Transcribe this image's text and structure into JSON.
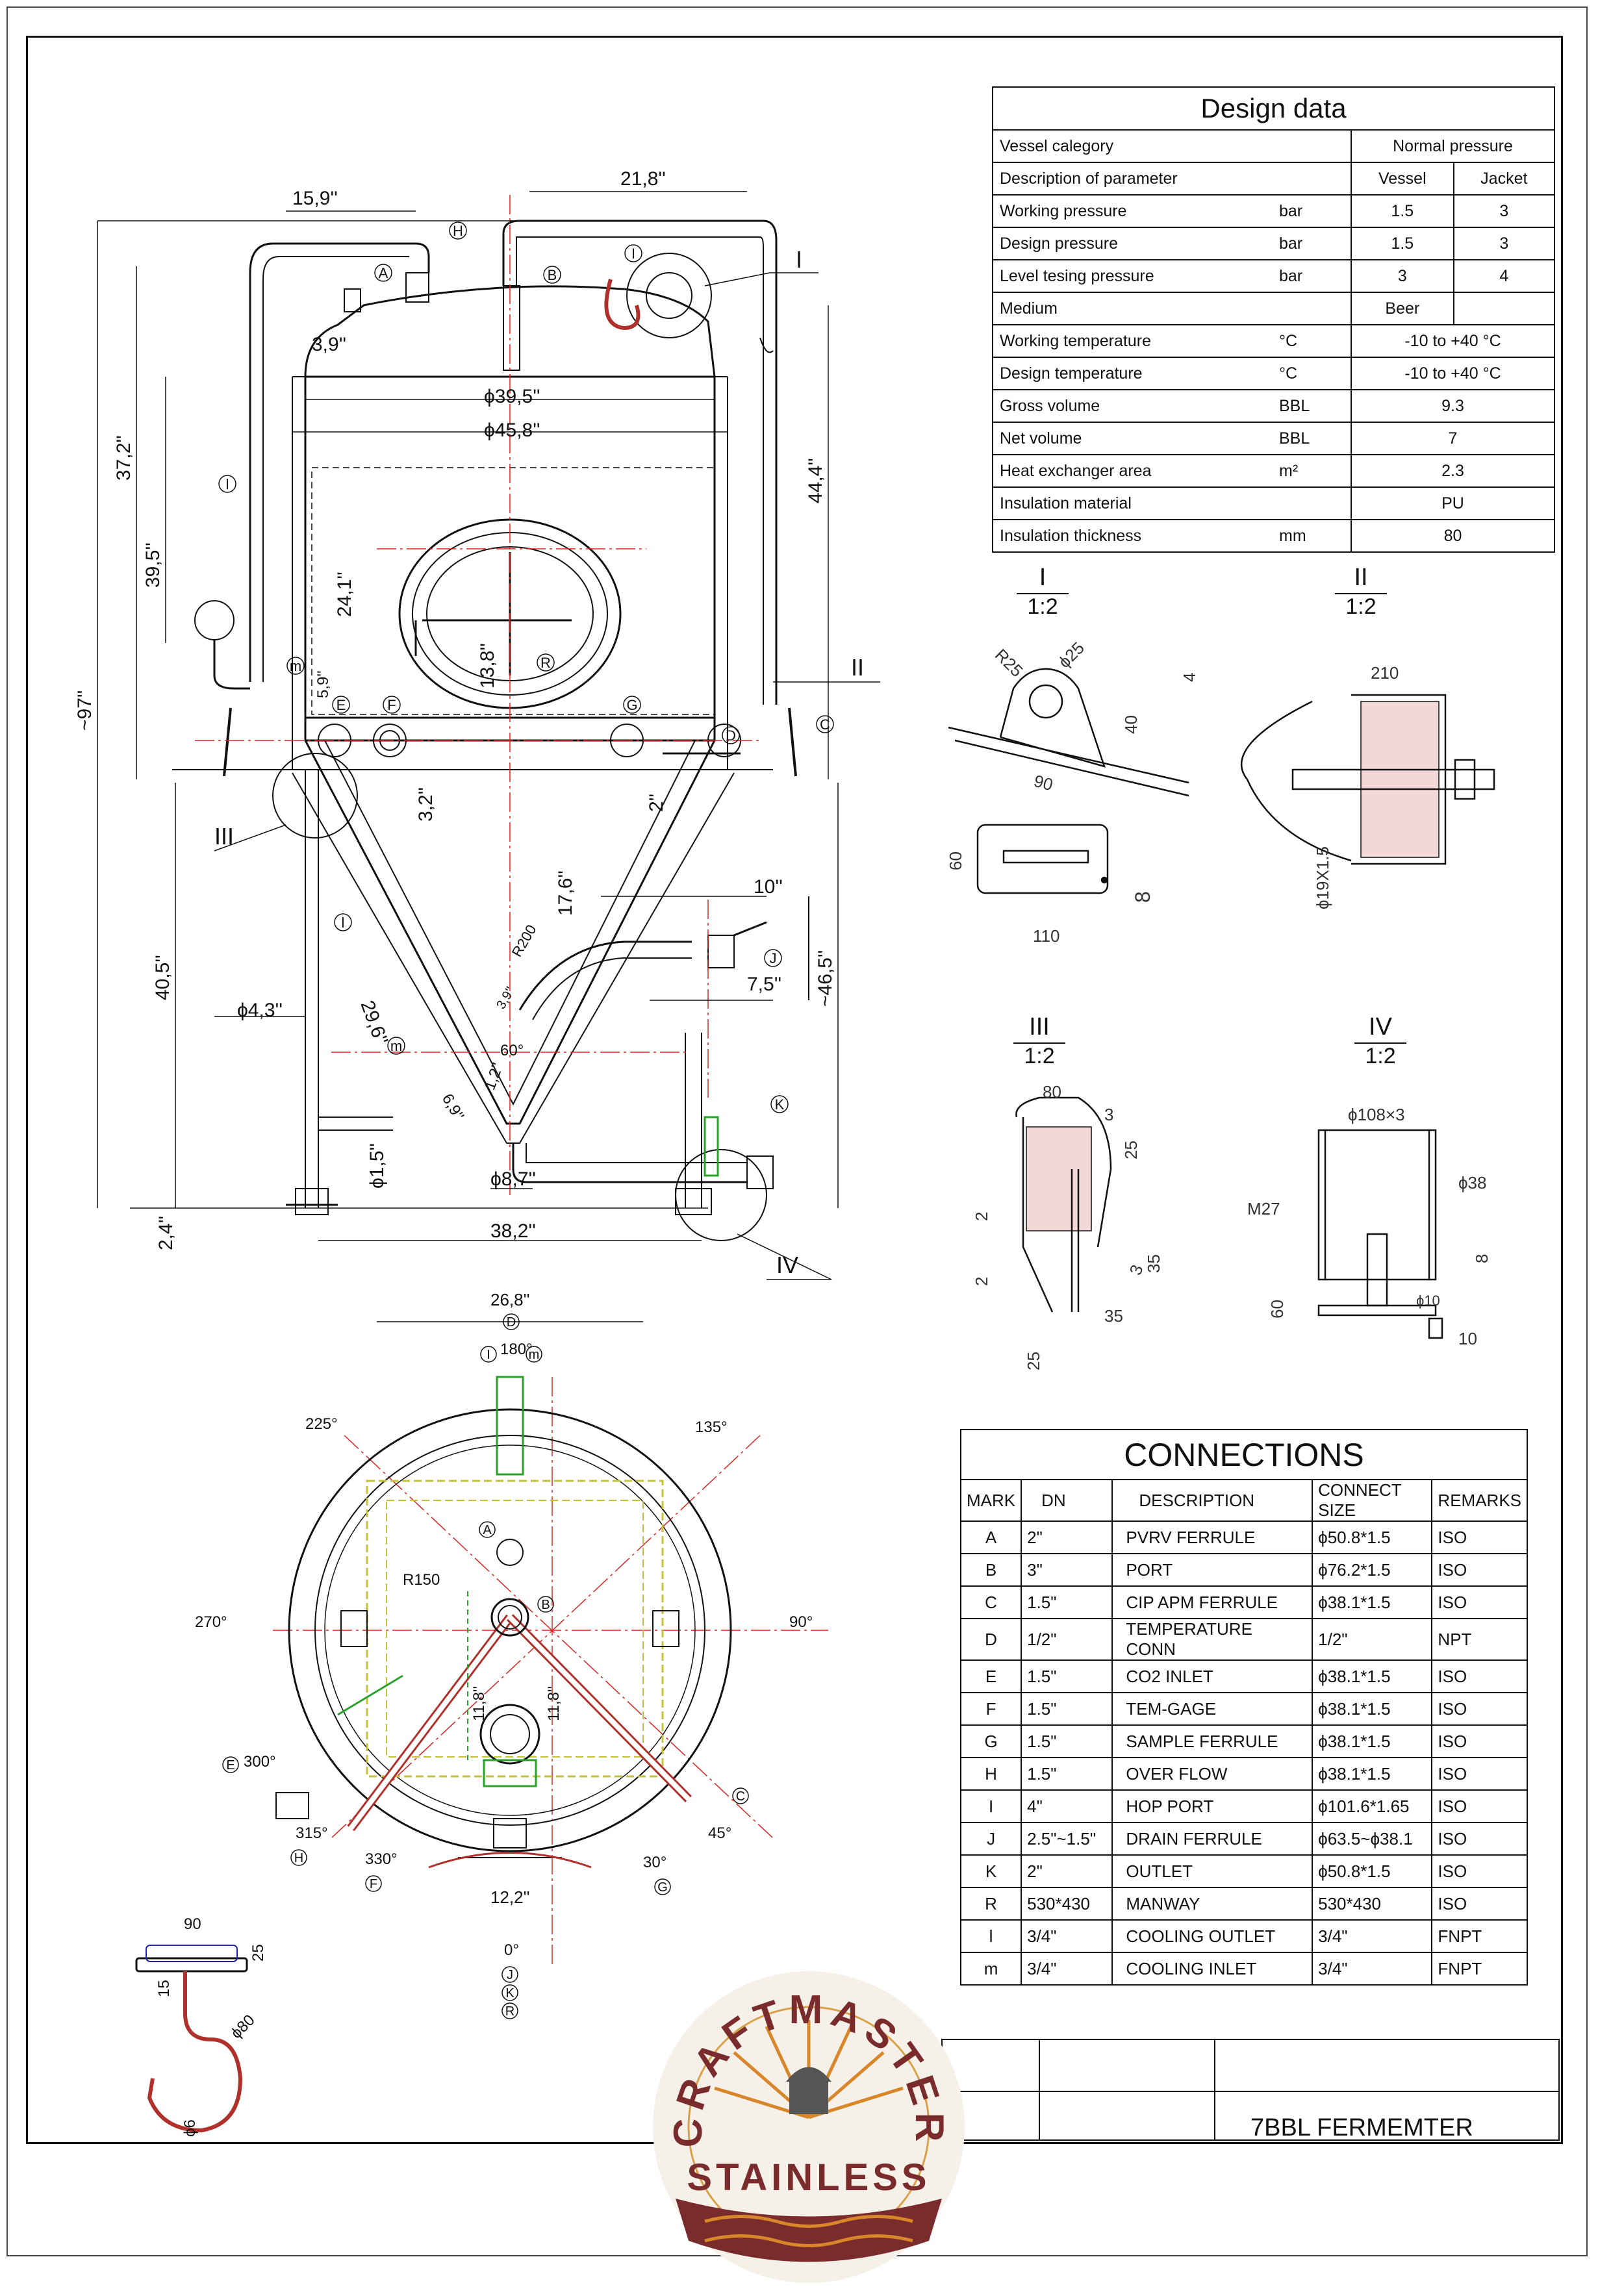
{
  "design_data": {
    "title": "Design data",
    "rows": [
      {
        "label": "Vessel calegory",
        "unit": "",
        "merged": "Normal pressure"
      },
      {
        "label": "Description of parameter",
        "unit": "",
        "vessel": "Vessel",
        "jacket": "Jacket"
      },
      {
        "label": "Working pressure",
        "unit": "bar",
        "vessel": "1.5",
        "jacket": "3"
      },
      {
        "label": "Design pressure",
        "unit": "bar",
        "vessel": "1.5",
        "jacket": "3"
      },
      {
        "label": "Level tesing pressure",
        "unit": "bar",
        "vessel": "3",
        "jacket": "4"
      },
      {
        "label": "Medium",
        "unit": "",
        "vessel": "Beer",
        "jacket": ""
      },
      {
        "label": "Working temperature",
        "unit": "°C",
        "merged": "-10 to +40    °C"
      },
      {
        "label": "Design temperature",
        "unit": "°C",
        "merged": "-10 to +40    °C"
      },
      {
        "label": "Gross volume",
        "unit": "BBL",
        "merged": "9.3"
      },
      {
        "label": "Net volume",
        "unit": "BBL",
        "merged": "7"
      },
      {
        "label": "Heat exchanger area",
        "unit": "m²",
        "merged": "2.3"
      },
      {
        "label": "Insulation material",
        "unit": "",
        "merged": "PU"
      },
      {
        "label": "Insulation thickness",
        "unit": "mm",
        "merged": "80"
      }
    ]
  },
  "connections": {
    "title": "CONNECTIONS",
    "headers": [
      "MARK",
      "DN",
      "DESCRIPTION",
      "CONNECT SIZE",
      "REMARKS"
    ],
    "rows": [
      [
        "A",
        "2\"",
        "PVRV FERRULE",
        "ϕ50.8*1.5",
        "ISO"
      ],
      [
        "B",
        "3\"",
        "PORT",
        "ϕ76.2*1.5",
        "ISO"
      ],
      [
        "C",
        "1.5\"",
        "CIP APM FERRULE",
        "ϕ38.1*1.5",
        "ISO"
      ],
      [
        "D",
        "1/2\"",
        "TEMPERATURE CONN",
        "1/2\"",
        "NPT"
      ],
      [
        "E",
        "1.5\"",
        "CO2 INLET",
        "ϕ38.1*1.5",
        "ISO"
      ],
      [
        "F",
        "1.5\"",
        "TEM-GAGE",
        "ϕ38.1*1.5",
        "ISO"
      ],
      [
        "G",
        "1.5\"",
        "SAMPLE FERRULE",
        "ϕ38.1*1.5",
        "ISO"
      ],
      [
        "H",
        "1.5\"",
        "OVER FLOW",
        "ϕ38.1*1.5",
        "ISO"
      ],
      [
        "I",
        "4\"",
        "HOP PORT",
        "ϕ101.6*1.65",
        "ISO"
      ],
      [
        "J",
        "2.5\"~1.5\"",
        "DRAIN FERRULE",
        "ϕ63.5~ϕ38.1",
        "ISO"
      ],
      [
        "K",
        "2\"",
        "OUTLET",
        "ϕ50.8*1.5",
        "ISO"
      ],
      [
        "R",
        "530*430",
        "MANWAY",
        "530*430",
        "ISO"
      ],
      [
        "l",
        "3/4\"",
        "COOLING OUTLET",
        "3/4\"",
        "FNPT"
      ],
      [
        "m",
        "3/4\"",
        "COOLING INLET",
        "3/4\"",
        "FNPT"
      ]
    ]
  },
  "title_block": {
    "name": "7BBL FERMEMTER"
  },
  "logo": {
    "top_text": "CRAFTMASTER",
    "bottom_text": "STAINLESS"
  },
  "details": [
    {
      "id": "I",
      "scale": "1:2"
    },
    {
      "id": "II",
      "scale": "1:2"
    },
    {
      "id": "III",
      "scale": "1:2"
    },
    {
      "id": "IV",
      "scale": "1:2"
    }
  ],
  "elevation_dims": [
    "15,9''",
    "21,8''",
    "3,9''",
    "ϕ39,5''",
    "ϕ45,8''",
    "37,2''",
    "39,5''",
    "44,4''",
    "24,1''",
    "13,8''",
    "5,9''",
    "~97''",
    "3,2''",
    "2''",
    "17,6''",
    "10''",
    "7,5''",
    "~46,5''",
    "R200",
    "3,9''",
    "40,5''",
    "ϕ4,3''",
    "29,6''",
    "60°",
    "1,2''",
    "6,9''",
    "ϕ1,5''",
    "ϕ8,7''",
    "38,2''",
    "2,4''"
  ],
  "elevation_marks": [
    "H",
    "A",
    "B",
    "I",
    "l",
    "m",
    "E",
    "F",
    "G",
    "D",
    "C",
    "J",
    "K",
    "R",
    "l",
    "m"
  ],
  "callouts": [
    "I",
    "II",
    "III",
    "IV"
  ],
  "plan_dims": [
    "26,8''",
    "R150",
    "11,8''",
    "11,8''",
    "12,2''"
  ],
  "plan_angles": [
    "180°",
    "135°",
    "225°",
    "270°",
    "90°",
    "300°",
    "315°",
    "330°",
    "30°",
    "45°",
    "0°"
  ],
  "plan_marks": [
    "D",
    "I",
    "m",
    "A",
    "B",
    "E",
    "H",
    "F",
    "G",
    "C",
    "J",
    "K",
    "R"
  ],
  "detail_dims": {
    "d1": [
      "R25",
      "ϕ25",
      "40",
      "4",
      "90",
      "60",
      "110",
      "8"
    ],
    "d2": [
      "210",
      "ϕ19X1.5"
    ],
    "d3": [
      "80",
      "3",
      "25",
      "2",
      "2",
      "35",
      "3",
      "25",
      "35"
    ],
    "d4": [
      "ϕ108×3",
      "ϕ38",
      "M27",
      "8",
      "60",
      "ϕ10",
      "10"
    ]
  },
  "hook_dims": [
    "90",
    "25",
    "15",
    "ϕ80",
    "ϕ6"
  ]
}
